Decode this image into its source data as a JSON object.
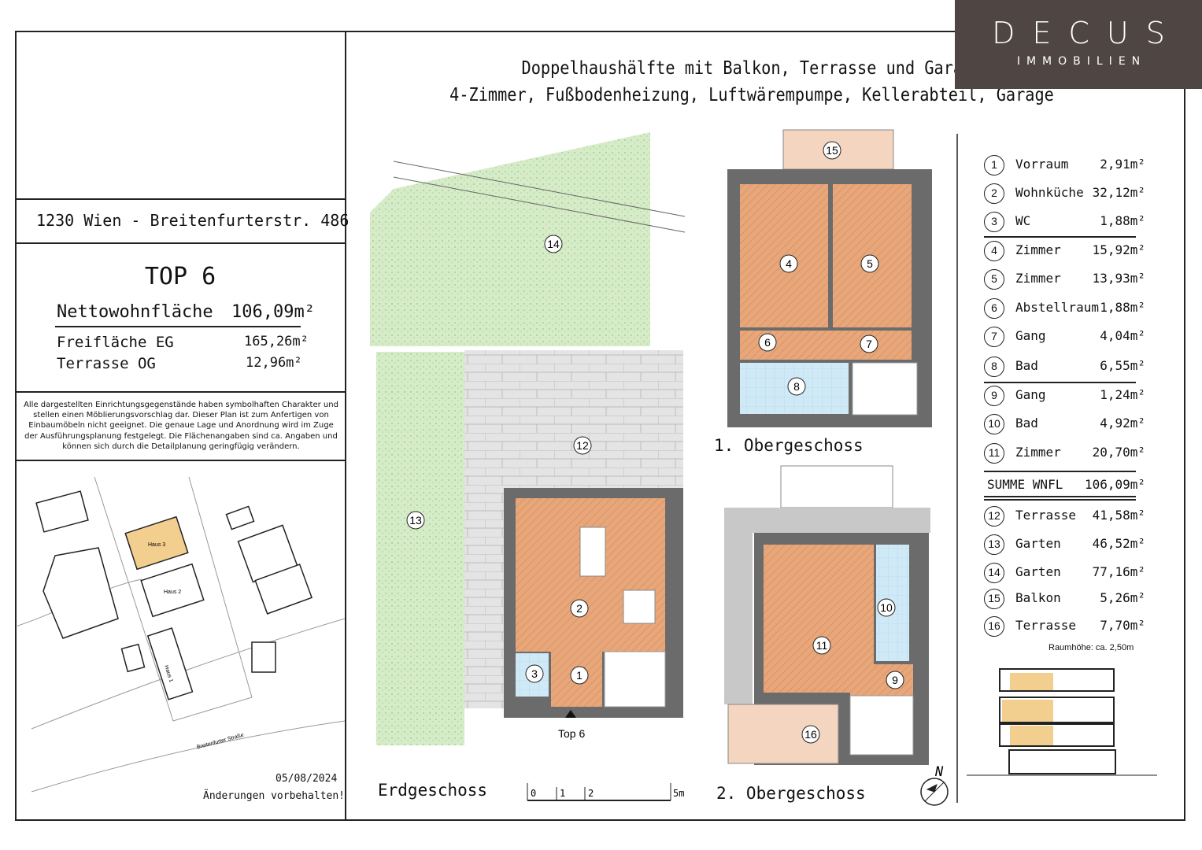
{
  "logo": {
    "brand": "DECUS",
    "sub": "IMMOBILIEN"
  },
  "title": {
    "line1": "Doppelhaushälfte mit Balkon, Terrasse und Garage",
    "line2": "4-Zimmer, Fußbodenheizung, Luftwärempumpe, Kellerabteil, Garage"
  },
  "address": "1230 Wien - Breitenfurterstr. 486",
  "unit": "TOP 6",
  "areas": {
    "net_label": "Nettowohnfläche",
    "net_value": "106,09m²",
    "free_label": "Freifläche EG",
    "free_value": "165,26m²",
    "terrace_label": "Terrasse OG",
    "terrace_value": "12,96m²"
  },
  "disclaimer": "Alle dargestellten Einrichtungsgegenstände haben symbolhaften Charakter und stellen einen Möblierungsvorschlag dar. Dieser Plan ist zum Anfertigen von Einbaumöbeln nicht geeignet. Die genaue Lage und Anordnung wird im Zuge der Ausführungsplanung festgelegt. Die Flächenangaben sind ca. Angaben und können sich durch die Detailplanung geringfügig verändern.",
  "site": {
    "haus3": "Haus 3",
    "haus2": "Haus 2",
    "haus1": "Haus 1",
    "street": "Breitenfurter Straße",
    "date": "05/08/2024",
    "note": "Änderungen vorbehalten!"
  },
  "plans": {
    "eg": "Erdgeschoss",
    "og1": "1. Obergeschoss",
    "og2": "2. Obergeschoss",
    "entry": "Top 6",
    "north": "N",
    "scale": [
      "0",
      "1",
      "2",
      "5m"
    ]
  },
  "rooms": [
    {
      "no": "1",
      "name": "Vorraum",
      "area": "2,91m²"
    },
    {
      "no": "2",
      "name": "Wohnküche",
      "area": "32,12m²"
    },
    {
      "no": "3",
      "name": "WC",
      "area": "1,88m²"
    },
    {
      "no": "4",
      "name": "Zimmer",
      "area": "15,92m²"
    },
    {
      "no": "5",
      "name": "Zimmer",
      "area": "13,93m²"
    },
    {
      "no": "6",
      "name": "Abstellraum",
      "area": "1,88m²"
    },
    {
      "no": "7",
      "name": "Gang",
      "area": "4,04m²"
    },
    {
      "no": "8",
      "name": "Bad",
      "area": "6,55m²"
    },
    {
      "no": "9",
      "name": "Gang",
      "area": "1,24m²"
    },
    {
      "no": "10",
      "name": "Bad",
      "area": "4,92m²"
    },
    {
      "no": "11",
      "name": "Zimmer",
      "area": "20,70m²"
    }
  ],
  "sum": {
    "label": "SUMME WNFL",
    "value": "106,09m²"
  },
  "outdoor": [
    {
      "no": "12",
      "name": "Terrasse",
      "area": "41,58m²"
    },
    {
      "no": "13",
      "name": "Garten",
      "area": "46,52m²"
    },
    {
      "no": "14",
      "name": "Garten",
      "area": "77,16m²"
    },
    {
      "no": "15",
      "name": "Balkon",
      "area": "5,26m²"
    },
    {
      "no": "16",
      "name": "Terrasse",
      "area": "7,70m²"
    }
  ],
  "room_height": "Raumhöhe: ca. 2,50m",
  "colors": {
    "floor": "#e8a77a",
    "wall": "#6b6b6b",
    "grass": "#cfe6bf",
    "bath": "#cfe9f6",
    "paving": "#e4e4e4",
    "highlight": "#f3cf8f",
    "logo_bg": "#4f4643"
  }
}
